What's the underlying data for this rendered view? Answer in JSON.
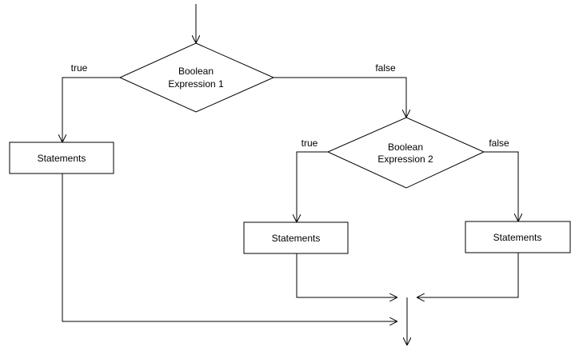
{
  "colors": {
    "background": "#ffffff",
    "stroke": "#000000",
    "text": "#000000"
  },
  "decision1": {
    "line1": "Boolean",
    "line2": "Expression 1"
  },
  "decision2": {
    "line1": "Boolean",
    "line2": "Expression 2"
  },
  "edge_labels": {
    "d1_true": "true",
    "d1_false": "false",
    "d2_true": "true",
    "d2_false": "false"
  },
  "boxes": {
    "statements1": "Statements",
    "statements2": "Statements",
    "statements3": "Statements"
  }
}
